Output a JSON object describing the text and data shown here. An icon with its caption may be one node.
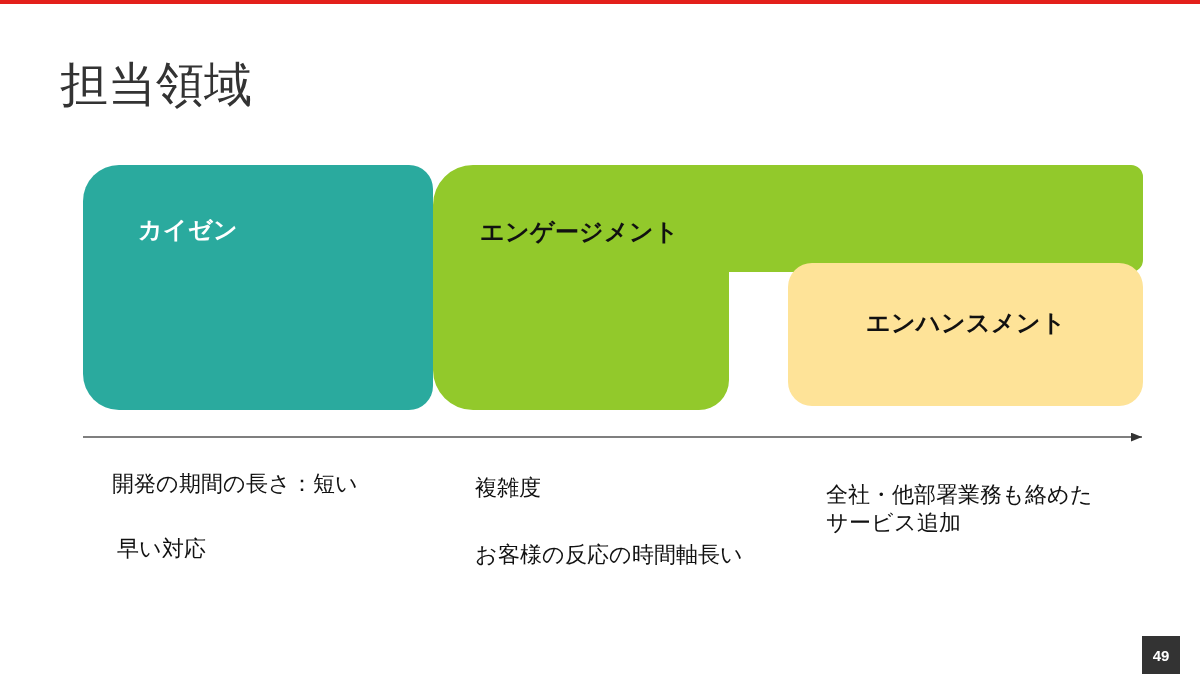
{
  "diagram": {
    "title": "担当領域",
    "nodes": [
      {
        "text": [
          "カイゼン"
        ]
      },
      {
        "text": [
          "エンゲージメント"
        ]
      },
      {
        "text": [
          "エンハンスメント"
        ]
      },
      {
        "text": [
          "49"
        ]
      }
    ],
    "labels": [
      "開発の期間の長さ：短い",
      "早い対応",
      "複雑度",
      "お客様の反応の時間軸長い",
      "全社・他部署業務も絡めたサービス追加"
    ]
  }
}
